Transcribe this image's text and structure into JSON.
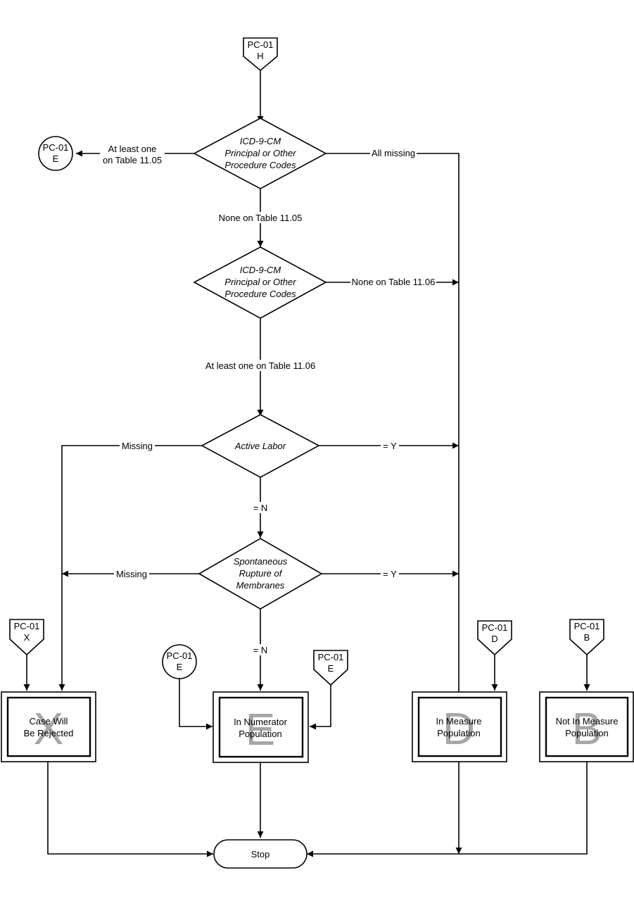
{
  "connectors": {
    "top_h": [
      "PC-01",
      "H"
    ],
    "left_e": [
      "PC-01",
      "E"
    ],
    "x_in": [
      "PC-01",
      "X"
    ],
    "e_circle": [
      "PC-01",
      "E"
    ],
    "e_pent": [
      "PC-01",
      "E"
    ],
    "d_in": [
      "PC-01",
      "D"
    ],
    "b_in": [
      "PC-01",
      "B"
    ]
  },
  "decisions": {
    "proc_codes_1": [
      "ICD-9-CM",
      "Principal or Other",
      "Procedure Codes"
    ],
    "proc_codes_2": [
      "ICD-9-CM",
      "Principal or Other",
      "Procedure Codes"
    ],
    "active_labor": [
      "Active Labor"
    ],
    "srom": [
      "Spontaneous",
      "Rupture of",
      "Membranes"
    ]
  },
  "edges": {
    "at_least_one_1105": [
      "At least one",
      "on Table 11.05"
    ],
    "all_missing": "All missing",
    "none_1105": "None on Table 11.05",
    "none_1106": "None on Table 11.06",
    "at_least_one_1106": "At least one on Table 11.06",
    "missing_1": "Missing",
    "eq_y_1": "= Y",
    "eq_n_1": "= N",
    "missing_2": "Missing",
    "eq_y_2": "= Y",
    "eq_n_2": "= N"
  },
  "outcomes": {
    "x": {
      "letter": "X",
      "lines": [
        "Case Will",
        "Be Rejected"
      ]
    },
    "e": {
      "letter": "E",
      "lines": [
        "In Numerator",
        "Population"
      ]
    },
    "d": {
      "letter": "D",
      "lines": [
        "In Measure",
        "Population"
      ]
    },
    "b": {
      "letter": "B",
      "lines": [
        "Not In Measure",
        "Population"
      ]
    }
  },
  "terminal": {
    "stop": "Stop"
  }
}
